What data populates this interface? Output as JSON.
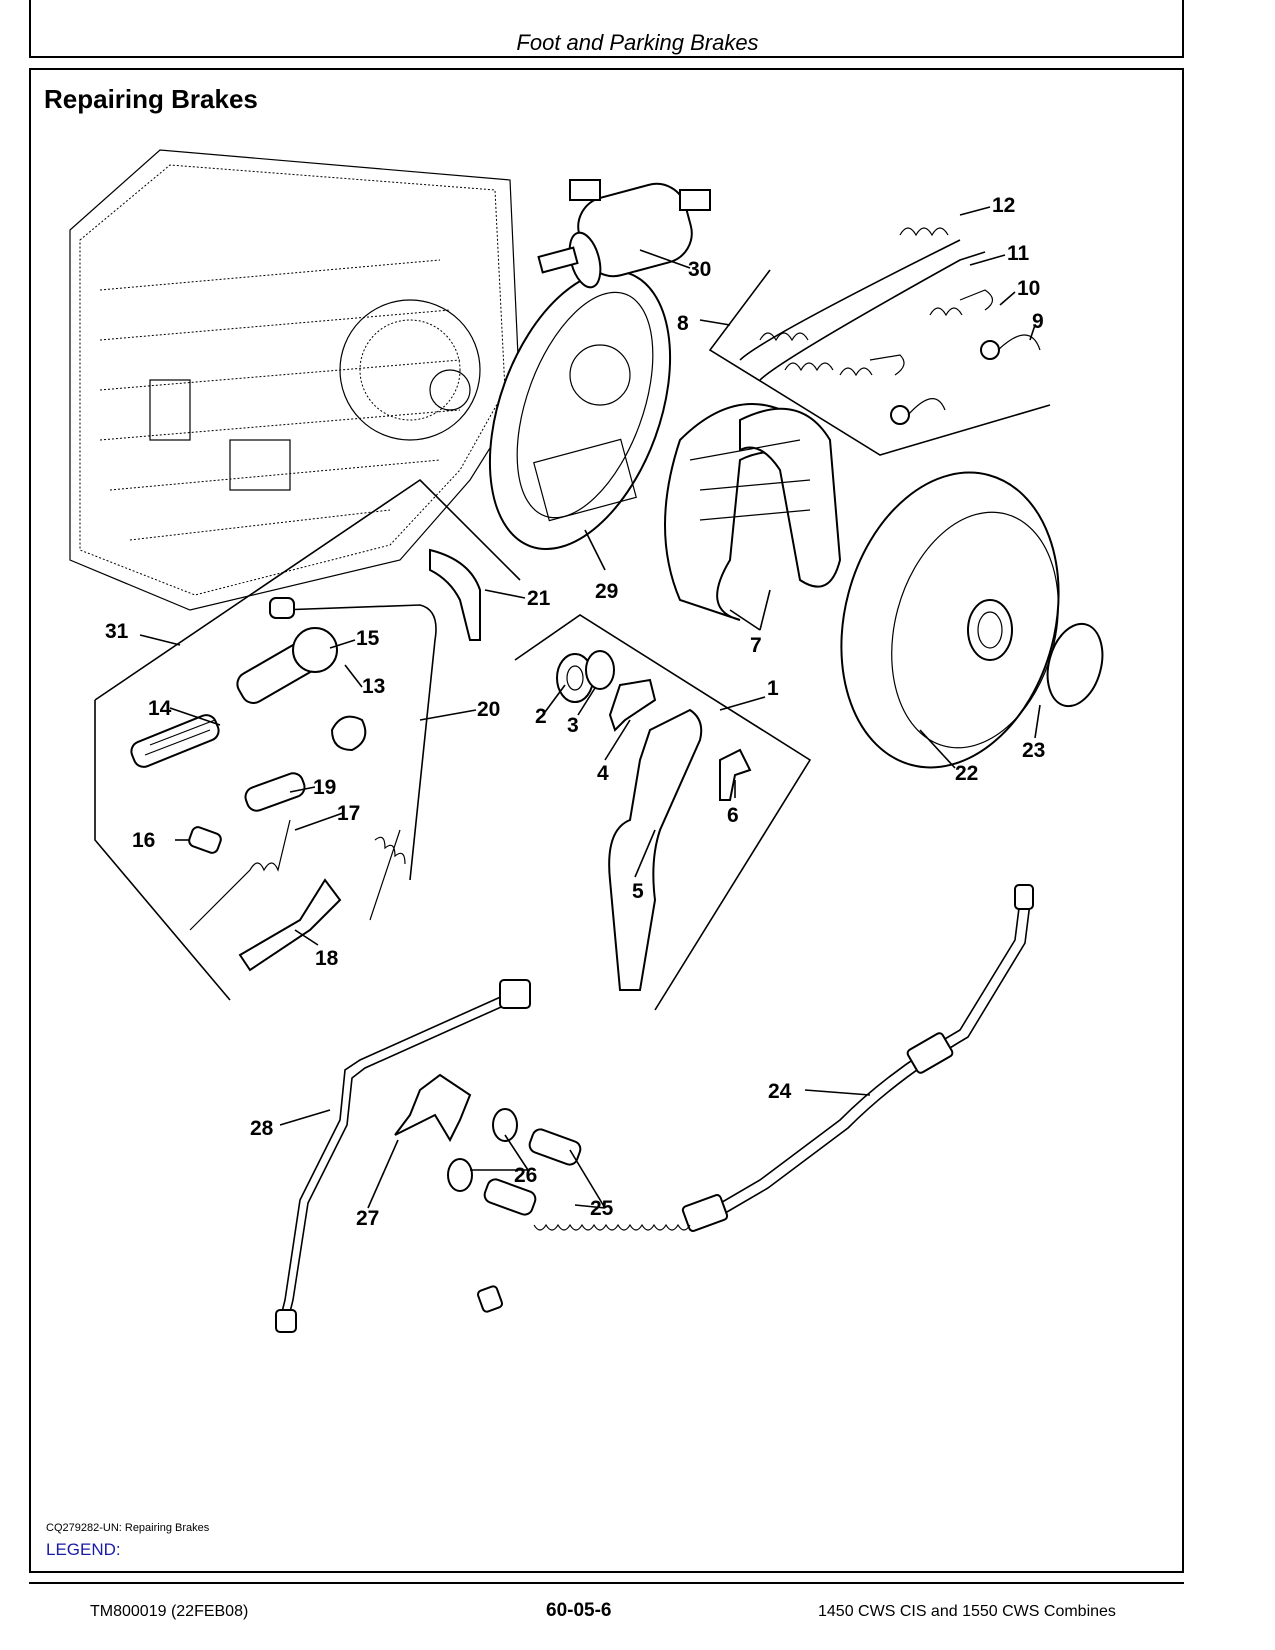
{
  "header": {
    "section_title": "Foot and Parking Brakes"
  },
  "page": {
    "title": "Repairing Brakes"
  },
  "figure": {
    "caption": "CQ279282-UN: Repairing Brakes",
    "legend_label": "LEGEND:",
    "callouts": [
      "1",
      "2",
      "3",
      "4",
      "5",
      "6",
      "7",
      "8",
      "9",
      "10",
      "11",
      "12",
      "13",
      "14",
      "15",
      "16",
      "17",
      "18",
      "19",
      "20",
      "21",
      "22",
      "23",
      "24",
      "25",
      "26",
      "27",
      "28",
      "29",
      "30",
      "31"
    ]
  },
  "footer": {
    "doc_id": "TM800019 (22FEB08)",
    "page_number": "60-05-6",
    "product": "1450 CWS CIS and 1550 CWS Combines"
  },
  "colors": {
    "legend": "#1a1aa6"
  }
}
